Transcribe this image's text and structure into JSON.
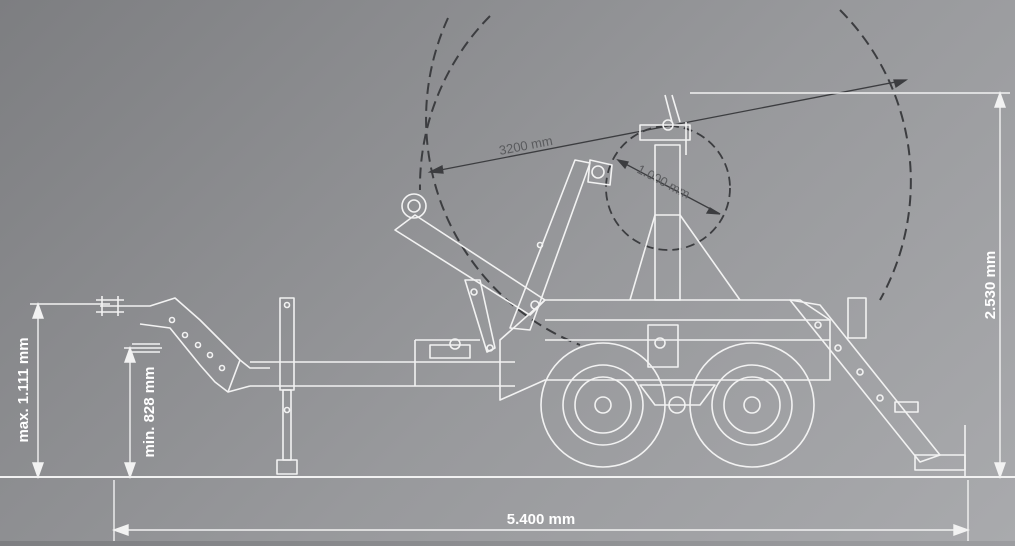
{
  "dimensions": {
    "total_length": "5.400 mm",
    "height": "2.530 mm",
    "coupling_max": "max. 1.111 mm",
    "coupling_min": "min. 828 mm",
    "reel_diameter_large": "3200 mm",
    "reel_diameter_small": "1.000 mm"
  },
  "colors": {
    "background": "#8f9093",
    "line": "#f2f2f2",
    "dashed": "#3c3d40"
  }
}
